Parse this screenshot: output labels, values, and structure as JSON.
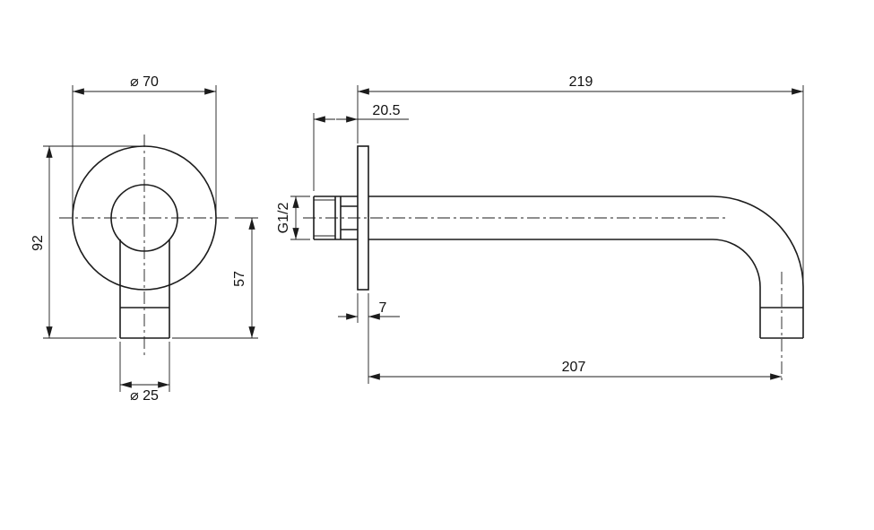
{
  "colors": {
    "background": "#ffffff",
    "line": "#1c1c1c",
    "text": "#111111"
  },
  "front_view": {
    "labels": {
      "flange_diameter": "⌀ 70",
      "overall_height": "92",
      "axis_to_outlet": "57",
      "spout_diameter": "⌀ 25"
    }
  },
  "side_view": {
    "labels": {
      "overall_projection": "219",
      "thread_length": "20.5",
      "thread_size": "G1/2",
      "flange_thickness": "7",
      "wall_to_outlet": "207"
    }
  }
}
